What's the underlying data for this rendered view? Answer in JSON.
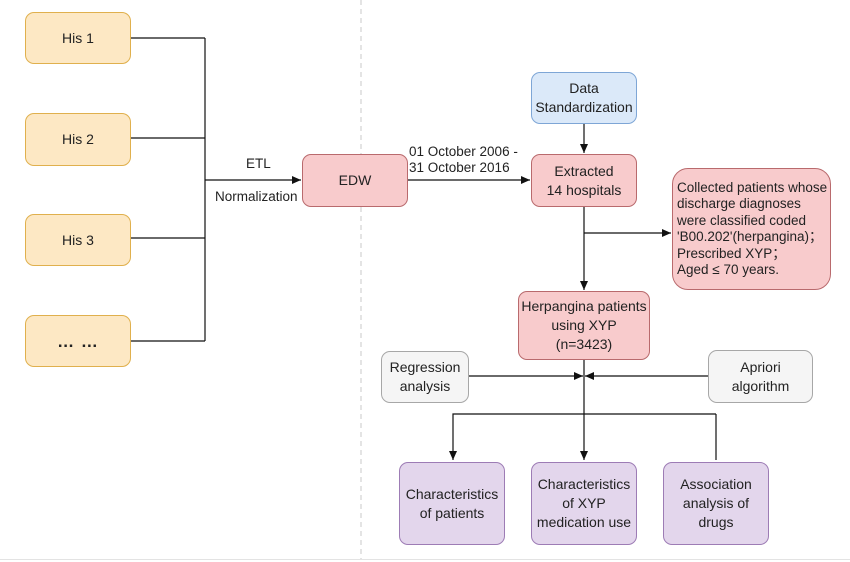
{
  "sources": [
    "His 1",
    "His 2",
    "His 3",
    "… …"
  ],
  "edges": {
    "etl": "ETL",
    "normalization": "Normalization",
    "date_range": "01  October 2006 -\n31 October 2016"
  },
  "nodes": {
    "edw": "EDW",
    "data_standardization": "Data\nStandardization",
    "extracted": "Extracted\n14 hospitals",
    "criteria": "Collected patients whose discharge diagnoses were classified coded 'B00.202'(herpangina)；\nPrescribed XYP；\nAged ≤ 70 years.",
    "cohort": "Herpangina patients\nusing XYP\n(n=3423)",
    "regression": "Regression\nanalysis",
    "apriori": "Apriori\nalgorithm",
    "char_patients": "Characteristics\nof patients",
    "char_xyp": "Characteristics\nof XYP\nmedication use",
    "association": "Association\nanalysis of\ndrugs"
  },
  "colors": {
    "source_fill": "#fde8c4",
    "source_stroke": "#e0b04d",
    "process_fill": "#f8cbcc",
    "process_stroke": "#b96a6d",
    "standardization_fill": "#dbe9f9",
    "method_fill": "#f5f5f5",
    "outcome_fill": "#e3d6ec",
    "outcome_stroke": "#9d7cb5"
  }
}
